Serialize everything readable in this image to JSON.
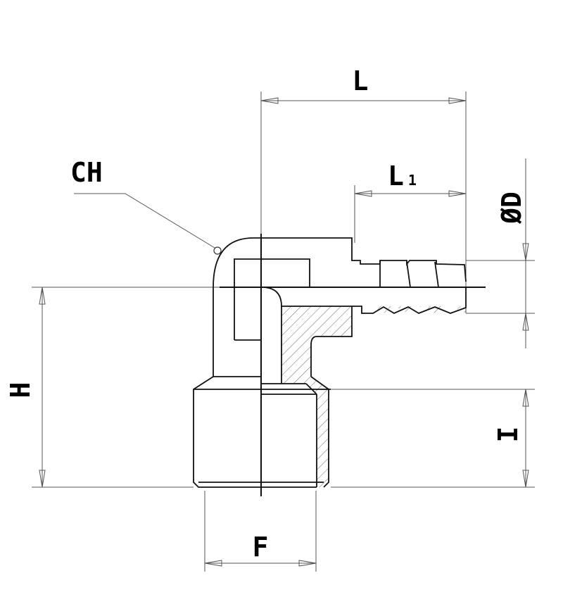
{
  "drawing": {
    "labels": {
      "L": "L",
      "L1_main": "L",
      "L1_sub": "1",
      "D": "ØD",
      "CH": "CH",
      "H": "H",
      "I": "I",
      "F": "F"
    },
    "colors": {
      "line": "#111111",
      "dimension": "#555555",
      "hatch": "#444444",
      "background": "#ffffff"
    }
  }
}
